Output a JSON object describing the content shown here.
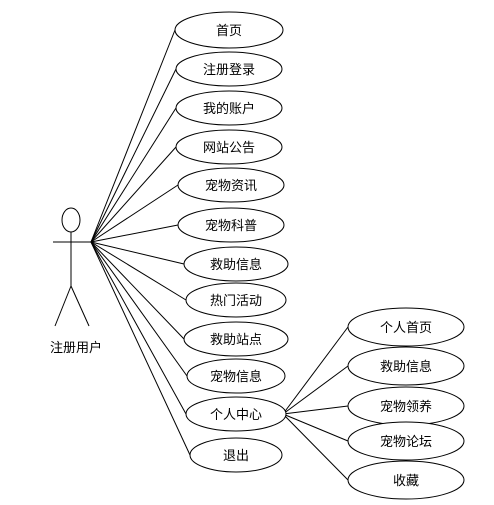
{
  "actor": {
    "label": "注册用户"
  },
  "use_cases": [
    {
      "id": "home",
      "label": "首页"
    },
    {
      "id": "register-login",
      "label": "注册登录"
    },
    {
      "id": "my-account",
      "label": "我的账户"
    },
    {
      "id": "site-announcement",
      "label": "网站公告"
    },
    {
      "id": "pet-news",
      "label": "宠物资讯"
    },
    {
      "id": "pet-science",
      "label": "宠物科普"
    },
    {
      "id": "rescue-info",
      "label": "救助信息"
    },
    {
      "id": "hot-activities",
      "label": "热门活动"
    },
    {
      "id": "rescue-stations",
      "label": "救助站点"
    },
    {
      "id": "pet-info",
      "label": "宠物信息"
    },
    {
      "id": "personal-center",
      "label": "个人中心"
    },
    {
      "id": "logout",
      "label": "退出"
    }
  ],
  "sub_use_cases": [
    {
      "id": "personal-home",
      "label": "个人首页"
    },
    {
      "id": "personal-rescue-info",
      "label": "救助信息"
    },
    {
      "id": "pet-adoption",
      "label": "宠物领养"
    },
    {
      "id": "pet-forum",
      "label": "宠物论坛"
    },
    {
      "id": "favorites",
      "label": "收藏"
    }
  ]
}
